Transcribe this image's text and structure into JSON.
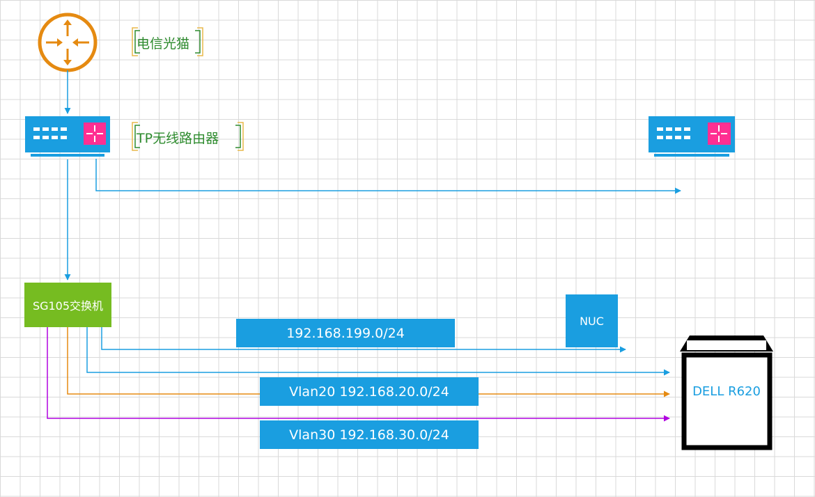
{
  "nodes": {
    "modem_label": "电信光猫",
    "router_label": "TP无线路由器",
    "switch_label": "SG105交换机",
    "nuc_label": "NUC",
    "server_label": "DELL R620"
  },
  "links": {
    "main_subnet": "192.168.199.0/24",
    "vlan20": "Vlan20 192.168.20.0/24",
    "vlan30": "Vlan30 192.168.30.0/24"
  },
  "colors": {
    "router_blue": "#1a9ee0",
    "switch_green": "#76bc21",
    "modem_orange": "#e58a11",
    "router_pink": "#ff2f92",
    "vlan30_purple": "#b000e0",
    "label_green": "#2e8b2e",
    "bracket_yellow": "#e8b84a"
  }
}
